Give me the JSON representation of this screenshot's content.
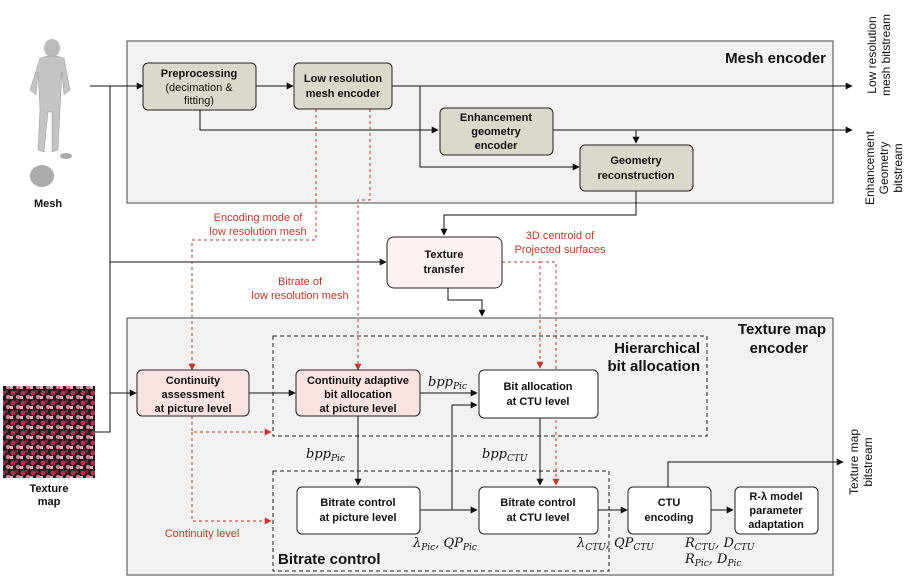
{
  "panels": {
    "mesh_encoder": "Mesh encoder",
    "texture_encoder_line1": "Texture map",
    "texture_encoder_line2": "encoder",
    "hier_line1": "Hierarchical",
    "hier_line2": "bit allocation",
    "bitrate_control": "Bitrate control"
  },
  "inputs": {
    "mesh": "Mesh",
    "texture_line1": "Texture",
    "texture_line2": "map"
  },
  "boxes": {
    "preprocessing": [
      "Preprocessing",
      "(decimation &",
      "fitting)"
    ],
    "low_res_encoder": [
      "Low resolution",
      "mesh encoder"
    ],
    "enhancement_encoder": [
      "Enhancement",
      "geometry",
      "encoder"
    ],
    "geometry_reconstruction": [
      "Geometry",
      "reconstruction"
    ],
    "texture_transfer": [
      "Texture",
      "transfer"
    ],
    "continuity_assessment": [
      "Continuity",
      "assessment",
      "at picture level"
    ],
    "continuity_adaptive": [
      "Continuity adaptive",
      "bit allocation",
      "at picture level"
    ],
    "bit_alloc_ctu": [
      "Bit allocation",
      "at CTU level"
    ],
    "bitrate_pic": [
      "Bitrate control",
      "at picture level"
    ],
    "bitrate_ctu": [
      "Bitrate control",
      "at CTU level"
    ],
    "ctu_encoding": [
      "CTU",
      "encoding"
    ],
    "rl_model": [
      "R-λ model",
      "parameter",
      "adaptation"
    ]
  },
  "red_labels": {
    "encoding_mode": [
      "Encoding mode of",
      "low resolution mesh"
    ],
    "bitrate_low": [
      "Bitrate of",
      "low resolution mesh"
    ],
    "centroid": [
      "3D centroid of",
      "Projected surfaces"
    ],
    "continuity_level": "Continuity level"
  },
  "outputs": {
    "low_res_bitstream": [
      "Low resolution",
      "mesh bitstream"
    ],
    "enh_bitstream": [
      "Enhancement",
      "Geometry",
      "bitstream"
    ],
    "texture_bitstream": [
      "Texture map",
      "bitstream"
    ]
  },
  "math": {
    "bpp": "bpp",
    "pic": "Pic",
    "ctu": "CTU",
    "lambda": "λ",
    "qp": "QP",
    "r": "R",
    "d": "D",
    "comma": ", "
  },
  "colors": {
    "panel_fill": "#f2f2f2",
    "gray_box": "#dcd8cc",
    "pink_box": "#fbe2e2",
    "light_pink_box": "#fdf2f2",
    "red": "#c0392b"
  }
}
